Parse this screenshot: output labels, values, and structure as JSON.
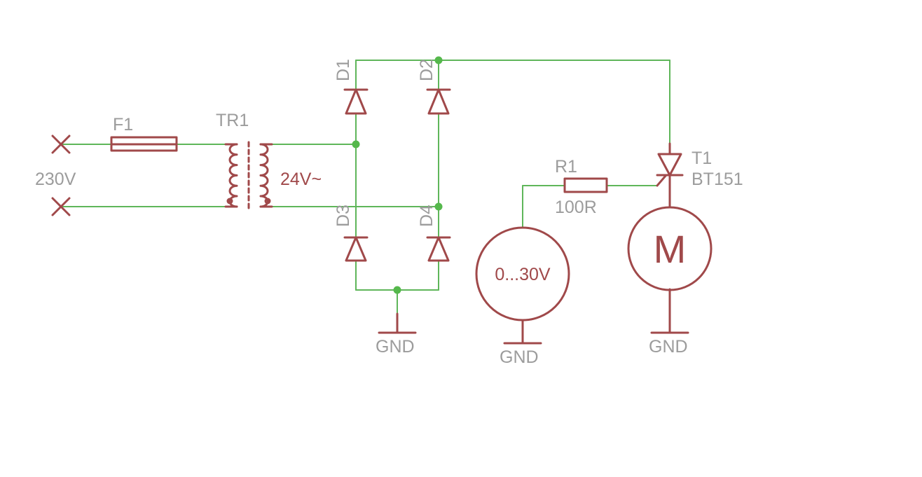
{
  "input_voltage": "230V",
  "fuse": {
    "ref": "F1"
  },
  "transformer": {
    "ref": "TR1",
    "secondary": "24V~"
  },
  "diodes": [
    {
      "ref": "D1"
    },
    {
      "ref": "D2"
    },
    {
      "ref": "D3"
    },
    {
      "ref": "D4"
    }
  ],
  "resistor": {
    "ref": "R1",
    "value": "100R"
  },
  "thyristor": {
    "ref": "T1",
    "part": "BT151"
  },
  "voltage_source": {
    "value": "0...30V"
  },
  "motor": {
    "symbol": "M"
  },
  "ground_label": "GND"
}
